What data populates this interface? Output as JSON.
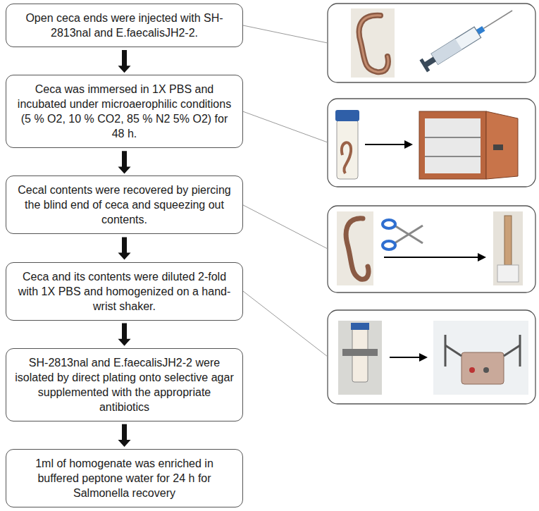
{
  "diagram": {
    "nodes": [
      {
        "text": [
          "Open ceca ends were injected with SH-2813nal and E.faecalisJH2-2."
        ]
      },
      {
        "text": [
          "Ceca was immersed in 1X PBS and incubated under microaerophilic conditions (5 % O2, 10 % CO2, 85 % N2 5% O2) for 48 h."
        ]
      },
      {
        "text": [
          "Cecal contents were recovered by piercing the blind end of ceca and squeezing out contents."
        ]
      },
      {
        "text": [
          "Ceca and its contents were diluted 2-fold with 1X PBS and homogenized on a hand-wrist shaker."
        ]
      },
      {
        "text": [
          "SH-2813nal and E.faecalisJH2-2 were isolated by direct plating onto selective agar supplemented with the appropriate antibiotics"
        ]
      },
      {
        "text": [
          "1ml of homogenate was enriched in buffered peptone water for 24 h for Salmonella recovery"
        ]
      }
    ],
    "edges": [
      {
        "from": 0,
        "to": 1,
        "arrow": "to"
      },
      {
        "from": 1,
        "to": 2,
        "arrow": "to"
      },
      {
        "from": 2,
        "to": 3,
        "arrow": "to"
      },
      {
        "from": 3,
        "to": 4,
        "arrow": "to"
      },
      {
        "from": 4,
        "to": 5,
        "arrow": "to"
      }
    ]
  }
}
